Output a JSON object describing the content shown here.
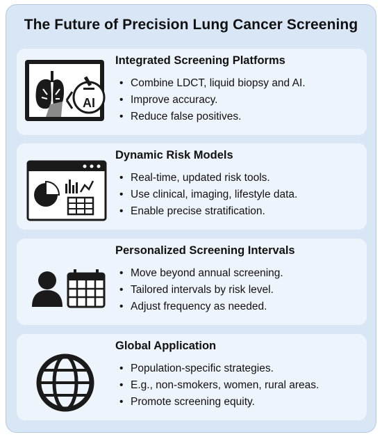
{
  "title": "The Future of Precision Lung Cancer Screening",
  "cards": [
    {
      "heading": "Integrated Screening Platforms",
      "icon": "monitor-lungs-ai-icon",
      "icon_text": "AI",
      "bullets": [
        "Combine LDCT, liquid biopsy and AI.",
        "Improve accuracy.",
        "Reduce false positives."
      ]
    },
    {
      "heading": "Dynamic Risk Models",
      "icon": "dashboard-charts-icon",
      "bullets": [
        "Real-time, updated risk tools.",
        "Use clinical, imaging, lifestyle data.",
        "Enable precise stratification."
      ]
    },
    {
      "heading": "Personalized Screening Intervals",
      "icon": "person-calendar-icon",
      "bullets": [
        "Move beyond annual screening.",
        "Tailored intervals by risk level.",
        "Adjust frequency as needed."
      ]
    },
    {
      "heading": "Global Application",
      "icon": "globe-icon",
      "bullets": [
        "Population-specific strategies.",
        "E.g., non-smokers, women, rural areas.",
        "Promote screening equity."
      ]
    }
  ],
  "colors": {
    "panel": "#d9e6f5",
    "card": "#eef4fb",
    "icon": "#1a1a1a"
  }
}
